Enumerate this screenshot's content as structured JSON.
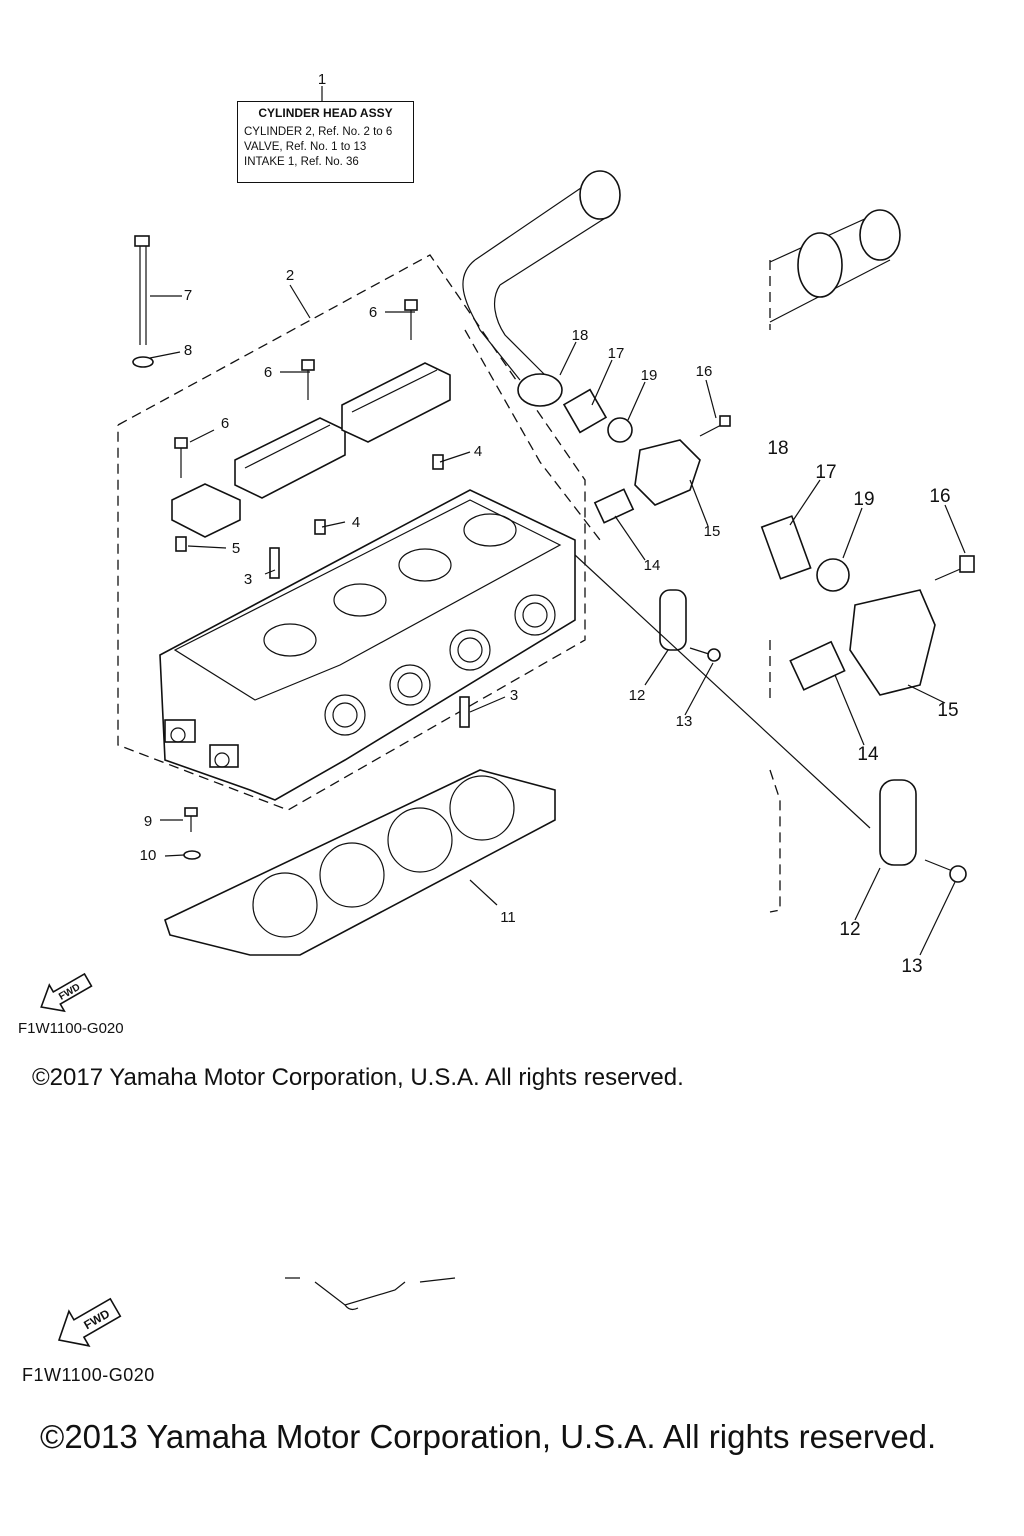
{
  "label_box": {
    "title": "CYLINDER HEAD ASSY",
    "lines": [
      "CYLINDER 2, Ref. No. 2 to 6",
      "VALVE, Ref. No. 1 to 13",
      "INTAKE 1, Ref. No. 36"
    ]
  },
  "callouts": [
    "1",
    "2",
    "3",
    "3",
    "4",
    "4",
    "5",
    "6",
    "6",
    "6",
    "7",
    "8",
    "9",
    "10",
    "11",
    "12",
    "13",
    "14",
    "15",
    "16",
    "17",
    "18",
    "19",
    "12",
    "13",
    "14",
    "15",
    "16",
    "17",
    "18",
    "19"
  ],
  "fwd_label": "FWD",
  "diagram_code_top": "F1W1100-G020",
  "copyright_top": "©2017 Yamaha Motor Corporation, U.S.A. All rights reserved.",
  "diagram_code_bottom": "F1W1100-G020",
  "copyright_bottom": "©2013 Yamaha Motor Corporation, U.S.A. All rights reserved."
}
